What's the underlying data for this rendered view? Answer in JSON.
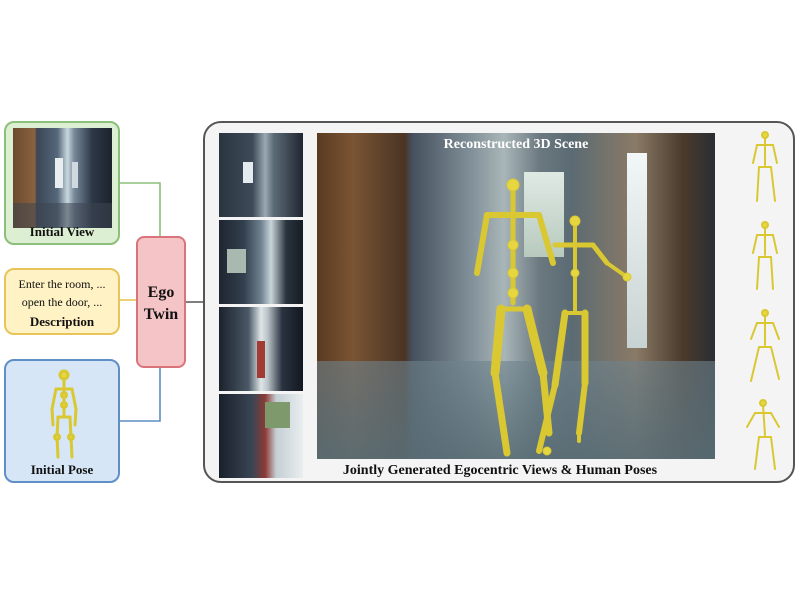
{
  "inputs": {
    "initial_view_label": "Initial View",
    "description_lines": [
      "Enter the room, ...",
      "open the door, ..."
    ],
    "description_label": "Description",
    "initial_pose_label": "Initial Pose"
  },
  "model": {
    "name_line1": "Ego",
    "name_line2": "Twin"
  },
  "output": {
    "scene_title": "Reconstructed 3D Scene",
    "caption": "Jointly Generated Egocentric Views & Human Poses"
  },
  "colors": {
    "view_fill": "#dcefd2",
    "view_border": "#8cc07a",
    "desc_fill": "#fff2c4",
    "desc_border": "#e8c45a",
    "pose_fill": "#d6e6f7",
    "pose_border": "#5f8fc4",
    "twin_fill": "#f5c4c6",
    "twin_border": "#d9747a",
    "skeleton": "#e6d640"
  }
}
